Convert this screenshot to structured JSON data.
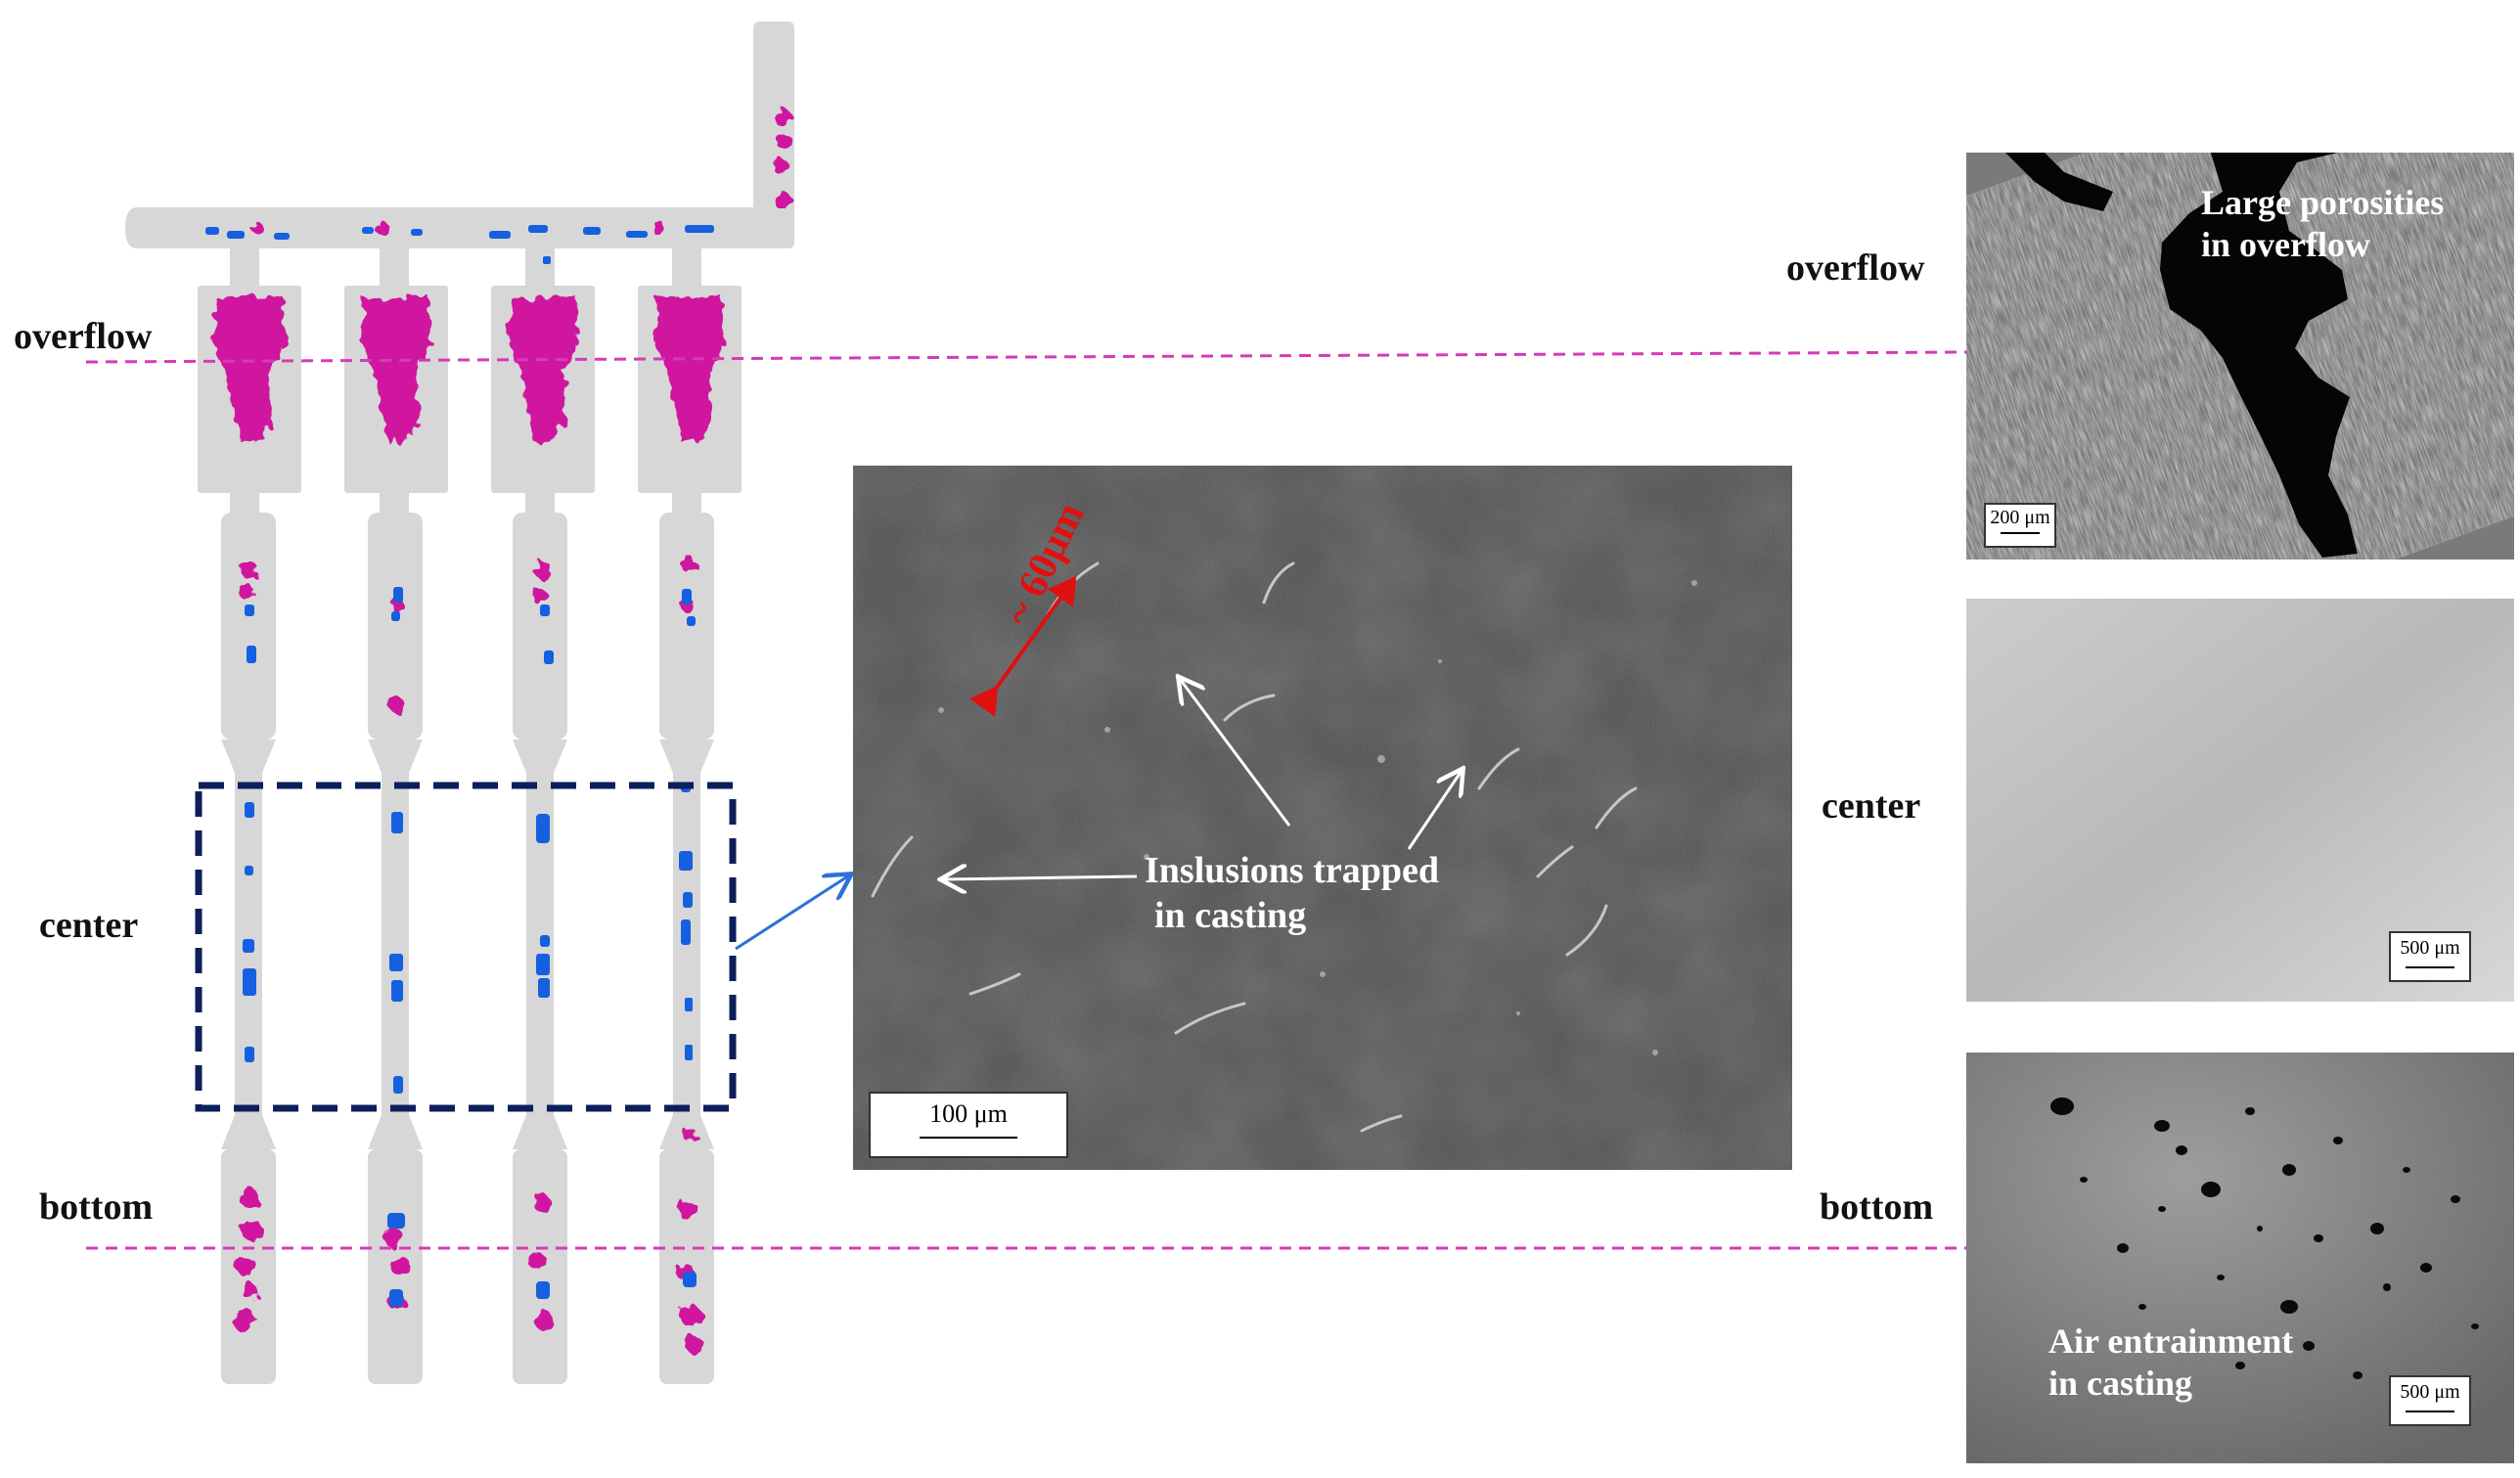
{
  "labels": {
    "left_overflow": "overflow",
    "left_center": "center",
    "left_bottom": "bottom",
    "right_overflow": "overflow",
    "right_center": "center",
    "right_bottom": "bottom"
  },
  "sem": {
    "annotation_line1": "Inslusions trapped",
    "annotation_line2": "in casting",
    "measure": "~ 60μm",
    "scalebar": "100 μm"
  },
  "micrographs": {
    "overflow": {
      "caption_line1": "Large porosities",
      "caption_line2": "in overflow",
      "scalebar": "200 μm"
    },
    "center": {
      "scalebar": "500 μm"
    },
    "bottom": {
      "caption_line1": "Air entrainment",
      "caption_line2": "in casting",
      "scalebar": "500 μm"
    }
  },
  "colors": {
    "casting": "#d7d7d7",
    "porosity": "#d0189e",
    "inclusion": "#1460e0",
    "guide_line": "#d43bb8",
    "box": "#0c1f5a",
    "measure": "#e01010"
  }
}
